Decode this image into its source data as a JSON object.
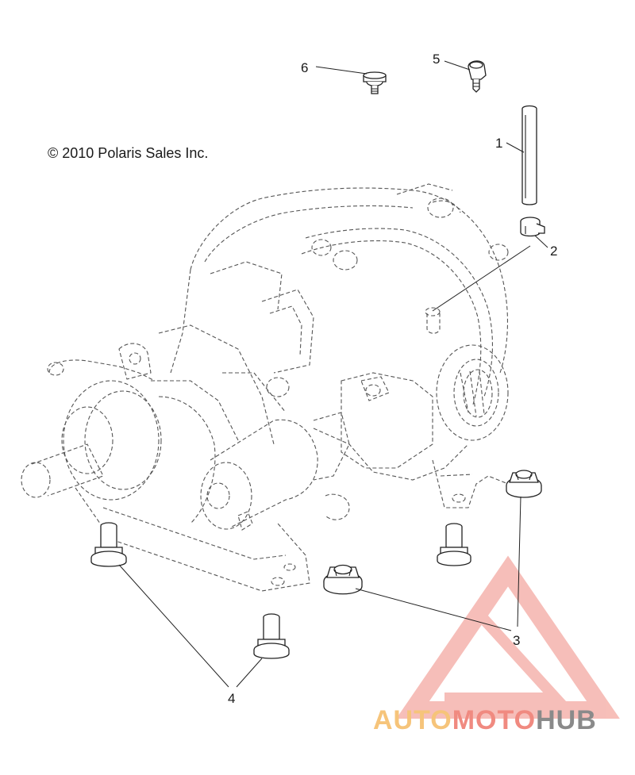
{
  "copyright": "© 2010 Polaris Sales Inc.",
  "callouts": [
    {
      "id": "1",
      "label": "1"
    },
    {
      "id": "2",
      "label": "2"
    },
    {
      "id": "3",
      "label": "3"
    },
    {
      "id": "4",
      "label": "4"
    },
    {
      "id": "5",
      "label": "5"
    },
    {
      "id": "6",
      "label": "6"
    }
  ],
  "watermark": {
    "part1": "AUTO",
    "part2": "MOTO",
    "part3": "HUB",
    "colors": [
      "#f6c47a",
      "#f08a80",
      "#8a8a8a"
    ]
  },
  "icons": [
    "breather-tube-icon",
    "hose-clamp-icon",
    "flange-nut-icon",
    "flange-bolt-icon",
    "breather-fitting-icon",
    "vent-valve-icon",
    "watermark-triangle-icon"
  ]
}
